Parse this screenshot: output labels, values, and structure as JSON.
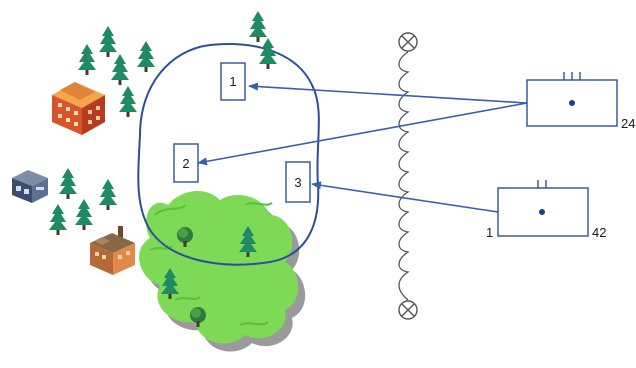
{
  "zones": [
    {
      "label": "1"
    },
    {
      "label": "2"
    },
    {
      "label": "3"
    }
  ],
  "devices": [
    {
      "number": "24",
      "prongs": 3
    },
    {
      "left_number": "1",
      "number": "42",
      "prongs": 2
    }
  ],
  "colors": {
    "boundary": "#2d4f9a",
    "arrow": "#3a5fae",
    "foliage": "#7ed957",
    "foliage_shadow": "#9a9a9a",
    "tree": "#1f8a63",
    "line": "#555555"
  },
  "icons": [
    "tree-icon",
    "building-icon",
    "factory-icon",
    "house-icon",
    "lamp-icon",
    "forest-icon"
  ]
}
